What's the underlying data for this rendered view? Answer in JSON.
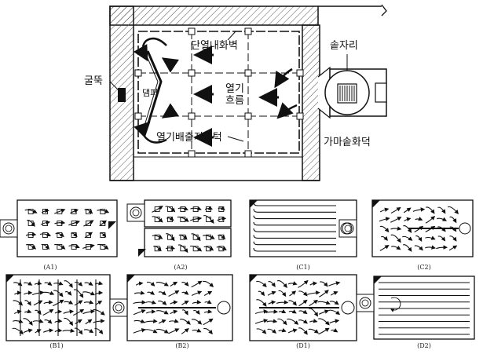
{
  "labels": {
    "chimney": "굴뚝",
    "insulated_wall": "단열내화벽",
    "heat_flow": "열기\n흐름",
    "damper": "댐퍼",
    "exhaust_ledge": "열기배출지연턱",
    "cauldron": "솥자리",
    "cauldron_firebox": "가마솥화덕"
  },
  "captions": [
    "(A1)",
    "(A2)",
    "(C1)",
    "(C2)",
    "(B1)",
    "(B2)",
    "(D1)",
    "(D2)"
  ],
  "colors": {
    "ink": "#111111",
    "hatch": "#555555",
    "paper": "#ffffff"
  }
}
